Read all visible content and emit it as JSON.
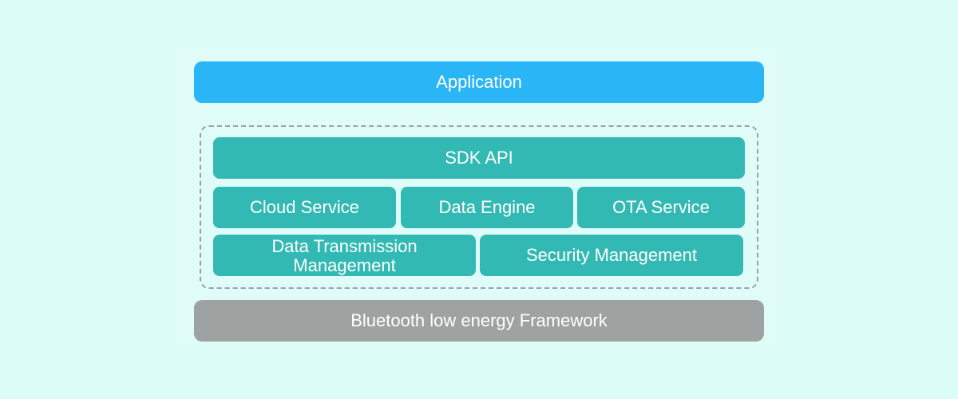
{
  "diagram": {
    "application": "Application",
    "sdk_api": "SDK API",
    "modules_row1": {
      "cloud_service": "Cloud Service",
      "data_engine": "Data Engine",
      "ota_service": "OTA Service"
    },
    "modules_row2": {
      "data_transmission_management": "Data Transmission\nManagement",
      "security_management": "Security Management"
    },
    "foundation": "Bluetooth low energy Framework"
  },
  "colors": {
    "background": "#dcfcf8",
    "application": "#2ab5f7",
    "sdk_modules": "#33b9b3",
    "foundation": "#9ea3a2",
    "dashed_border": "#9aa3a2",
    "text": "#ffffff"
  }
}
